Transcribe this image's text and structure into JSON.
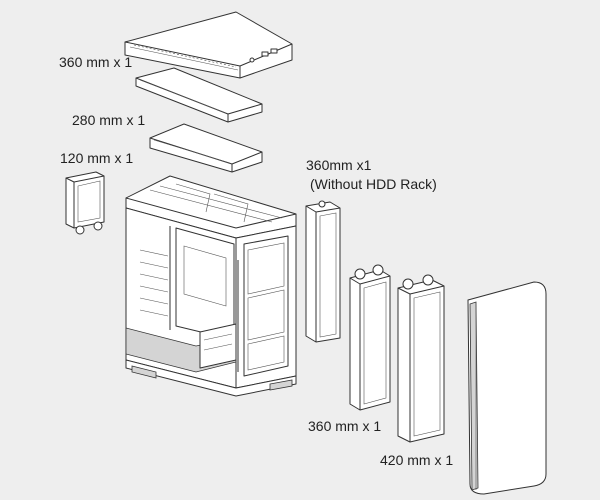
{
  "labels": {
    "top_360": "360 mm x 1",
    "top_280": "280 mm x 1",
    "rear_120": "120 mm x 1",
    "side_360_line1": "360mm x1",
    "side_360_line2": "(Without HDD Rack)",
    "front_360": "360 mm x 1",
    "front_420": "420 mm x 1"
  },
  "colors": {
    "background": "#eeeeee",
    "line": "#333333",
    "fill": "#ffffff",
    "text": "#222222"
  }
}
